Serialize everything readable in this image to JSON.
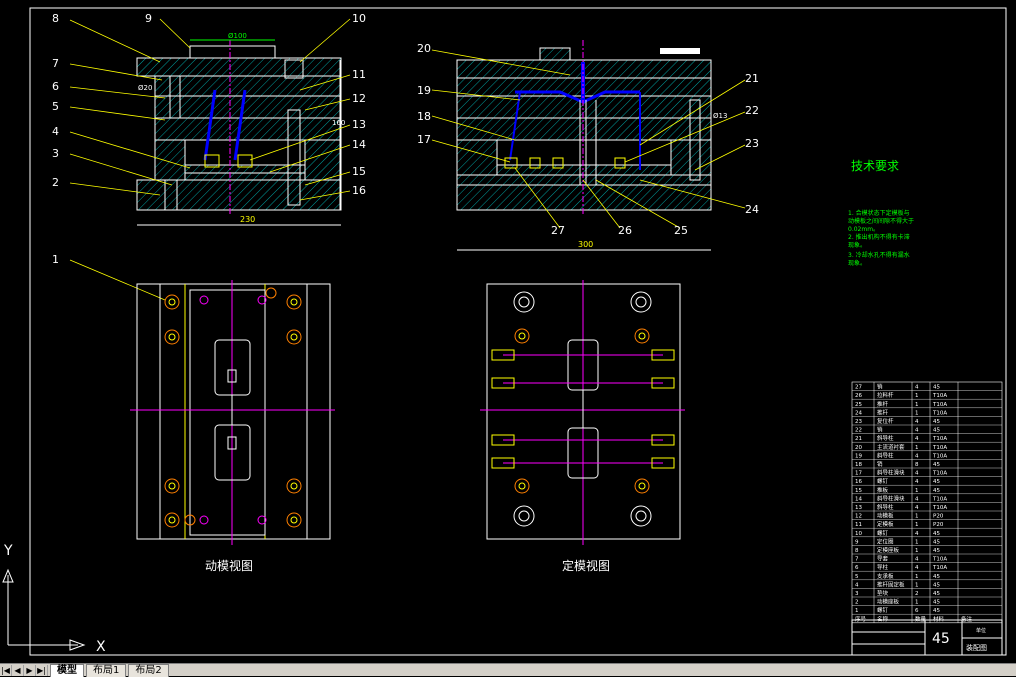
{
  "drawing": {
    "tech_title": "技术要求",
    "tech_notes": [
      "1. 合模状态下定模板与",
      "动模板之间间隙不得大于",
      "0.02mm。",
      "2. 推出机构不得有卡滞",
      "现象。",
      "3. 冷却水孔不得有漏水",
      "现象。"
    ],
    "view_labels": {
      "moving": "动模视图",
      "fixed": "定模视图"
    },
    "dims": {
      "left_width": "230",
      "right_width": "300",
      "top_dim": "Ø100",
      "left_height": "160",
      "pin_dim": "Ø20",
      "right_pin": "Ø13"
    },
    "callouts_left": [
      "8",
      "7",
      "6",
      "5",
      "4",
      "3",
      "2",
      "1"
    ],
    "callouts_left_right": [
      "9",
      "10",
      "11",
      "12",
      "13",
      "14",
      "15",
      "16"
    ],
    "callouts_right": [
      "20",
      "19",
      "18",
      "17",
      "27",
      "26",
      "25",
      "24",
      "23",
      "22",
      "21"
    ],
    "bom": [
      {
        "no": "27",
        "name": "销",
        "qty": "4",
        "mat": "45"
      },
      {
        "no": "26",
        "name": "拉料杆",
        "qty": "1",
        "mat": "T10A"
      },
      {
        "no": "25",
        "name": "推杆",
        "qty": "1",
        "mat": "T10A"
      },
      {
        "no": "24",
        "name": "推杆",
        "qty": "1",
        "mat": "T10A"
      },
      {
        "no": "23",
        "name": "复位杆",
        "qty": "4",
        "mat": "45"
      },
      {
        "no": "22",
        "name": "销",
        "qty": "4",
        "mat": "45"
      },
      {
        "no": "21",
        "name": "斜导柱",
        "qty": "4",
        "mat": "T10A"
      },
      {
        "no": "20",
        "name": "主流道衬套",
        "qty": "1",
        "mat": "T10A"
      },
      {
        "no": "19",
        "name": "斜导柱",
        "qty": "4",
        "mat": "T10A"
      },
      {
        "no": "18",
        "name": "销",
        "qty": "8",
        "mat": "45"
      },
      {
        "no": "17",
        "name": "斜导柱滑块",
        "qty": "4",
        "mat": "T10A"
      },
      {
        "no": "16",
        "name": "螺钉",
        "qty": "4",
        "mat": "45"
      },
      {
        "no": "15",
        "name": "推板",
        "qty": "1",
        "mat": "45"
      },
      {
        "no": "14",
        "name": "斜导柱滑块",
        "qty": "4",
        "mat": "T10A"
      },
      {
        "no": "13",
        "name": "斜导柱",
        "qty": "4",
        "mat": "T10A"
      },
      {
        "no": "12",
        "name": "动模板",
        "qty": "1",
        "mat": "P20"
      },
      {
        "no": "11",
        "name": "定模板",
        "qty": "1",
        "mat": "P20"
      },
      {
        "no": "10",
        "name": "螺钉",
        "qty": "4",
        "mat": "45"
      },
      {
        "no": "9",
        "name": "定位圈",
        "qty": "1",
        "mat": "45"
      },
      {
        "no": "8",
        "name": "定模座板",
        "qty": "1",
        "mat": "45"
      },
      {
        "no": "7",
        "name": "导套",
        "qty": "4",
        "mat": "T10A"
      },
      {
        "no": "6",
        "name": "导柱",
        "qty": "4",
        "mat": "T10A"
      },
      {
        "no": "5",
        "name": "支承板",
        "qty": "1",
        "mat": "45"
      },
      {
        "no": "4",
        "name": "推杆固定板",
        "qty": "1",
        "mat": "45"
      },
      {
        "no": "3",
        "name": "垫块",
        "qty": "2",
        "mat": "45"
      },
      {
        "no": "2",
        "name": "动模座板",
        "qty": "1",
        "mat": "45"
      },
      {
        "no": "1",
        "name": "螺钉",
        "qty": "6",
        "mat": "45"
      }
    ],
    "bom_header": {
      "no": "序号",
      "name": "名称",
      "qty": "数量",
      "mat": "材料",
      "note": "备注"
    },
    "title_block": {
      "number": "45",
      "title": "装配图",
      "company": "单位"
    },
    "axes": {
      "x": "X",
      "y": "Y"
    }
  },
  "tabs": {
    "nav": [
      "|◀",
      "◀",
      "▶",
      "▶|"
    ],
    "items": [
      "模型",
      "布局1",
      "布局2"
    ]
  },
  "colors": {
    "line": "#ffffff",
    "hatch": "#00a0a0",
    "leader": "#ffff00",
    "center": "#ff00ff",
    "dim": "#00ff00",
    "part": "#0000ff"
  }
}
